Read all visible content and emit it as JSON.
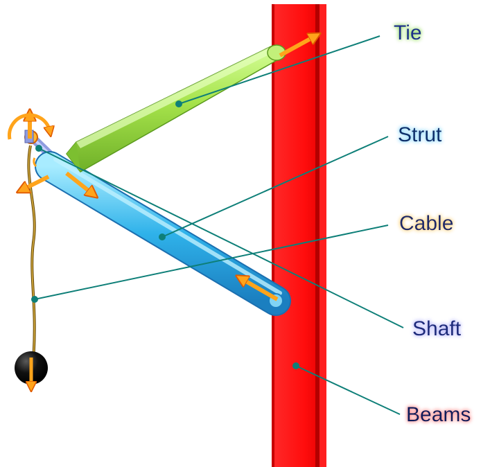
{
  "labels": {
    "tie": "Tie",
    "strut": "Strut",
    "cable": "Cable",
    "shaft": "Shaft",
    "beams": "Beams"
  },
  "colors": {
    "beam": "#ff0d0d",
    "beam_dark": "#b30000",
    "tie": "#a6e34b",
    "strut": "#2fb2ea",
    "shaft": "#8f9ce0",
    "cable": "#b48a1a",
    "arrow": "#ffa41b",
    "leader": "#0e7f78",
    "tie_text": "#1a2e8a",
    "strut_text": "#0a2e6a",
    "cable_text": "#1c2a6a",
    "shaft_text": "#1a2a7a",
    "beams_text": "#0a1a5a",
    "tie_glow": "#9be06a",
    "strut_glow": "#8cd8ff",
    "cable_glow": "#ffd27a",
    "shaft_glow": "#b6b6ff",
    "beams_glow": "#ff8a8a"
  }
}
